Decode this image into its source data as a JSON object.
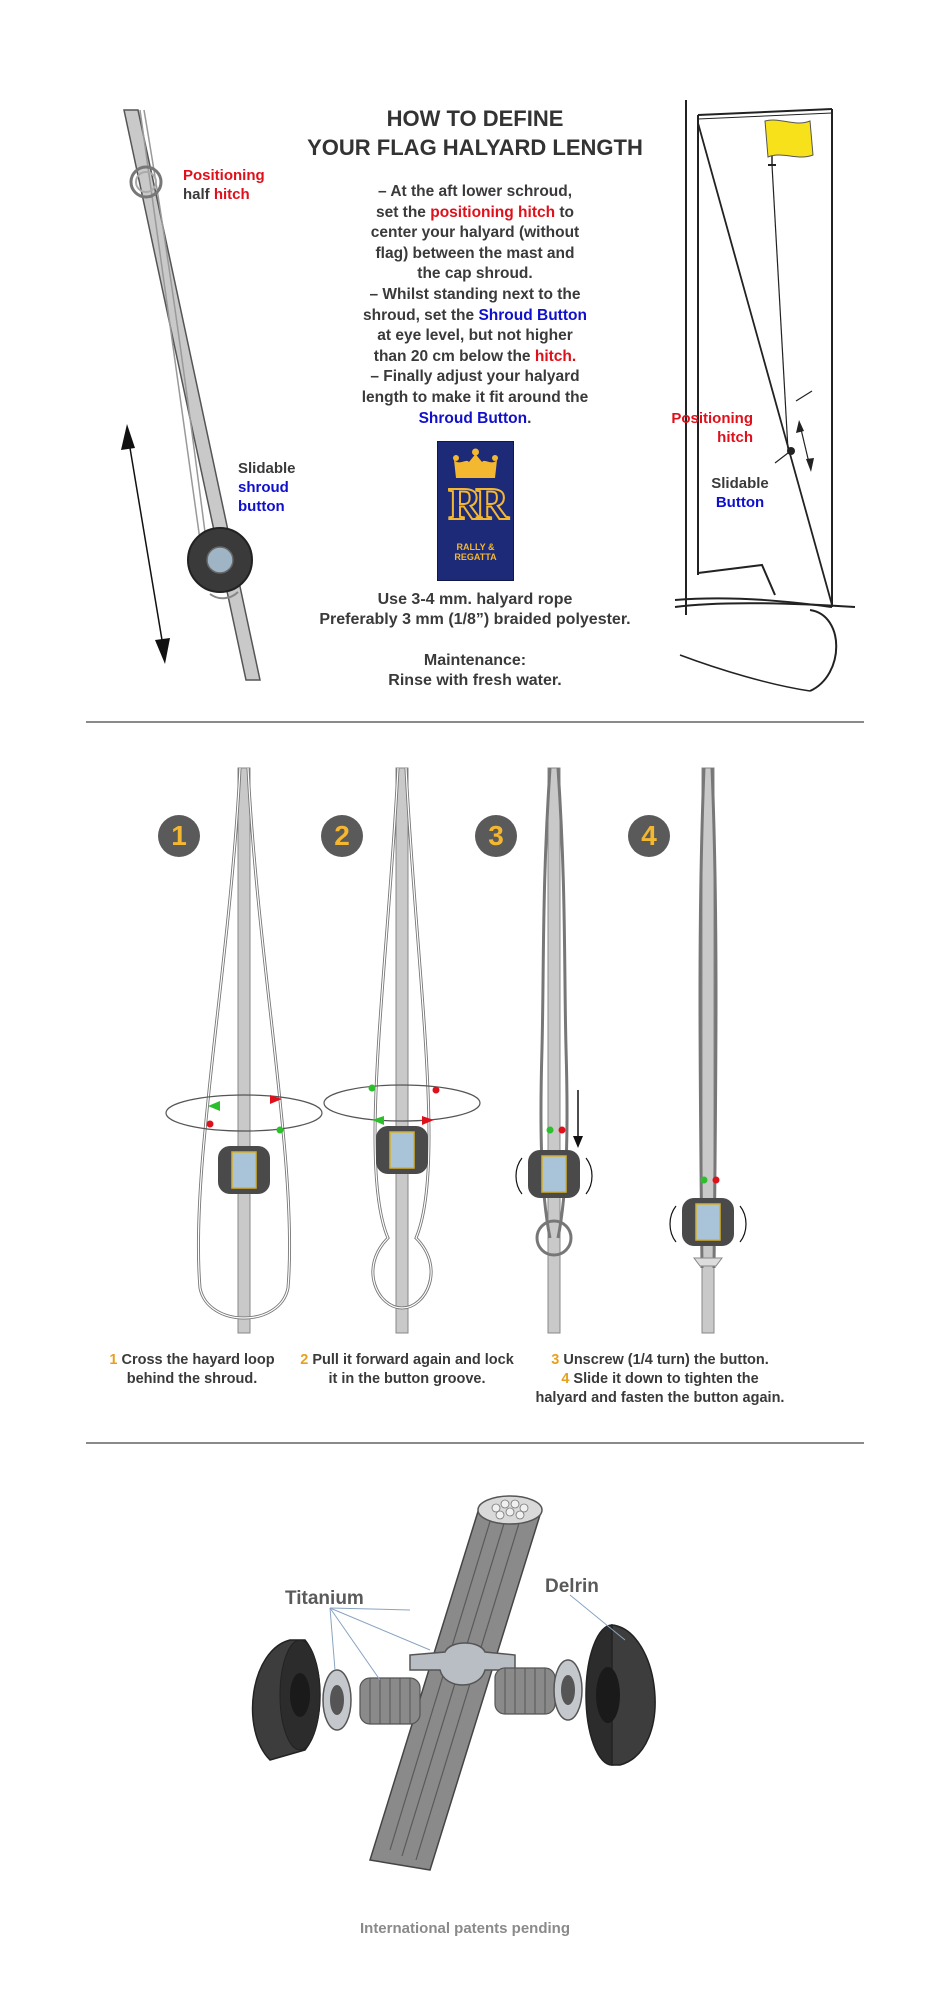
{
  "header": {
    "title_line1": "HOW TO DEFINE",
    "title_line2": "YOUR FLAG HALYARD LENGTH"
  },
  "instructions": {
    "p1_a": "– At the aft lower schroud,",
    "p1_b": "set the ",
    "p1_c": "positioning hitch",
    "p1_d": " to",
    "p1_e": "center your halyard (without",
    "p1_f": "flag) between the mast and",
    "p1_g": "the cap shroud.",
    "p2_a": "– Whilst standing next to the",
    "p2_b": "shroud, set the ",
    "p2_c": "Shroud Button",
    "p2_d": "at eye level, but not higher",
    "p2_e": "than 20 cm below the ",
    "p2_f": "hitch.",
    "p3_a": "– Finally adjust your halyard",
    "p3_b": "length to make it fit around the",
    "p3_c": "Shroud Button",
    "p3_d": "."
  },
  "left_diagram": {
    "positioning": "Positioning",
    "half": "half ",
    "hitch": "hitch",
    "slidable": "Slidable",
    "shroud": "shroud",
    "button": "button"
  },
  "right_diagram": {
    "positioning": "Positioning",
    "hitch": "hitch",
    "slidable": "Slidable",
    "button": "Button"
  },
  "logo": {
    "monogram": "RR",
    "line1": "RALLY &",
    "line2": "REGATTA"
  },
  "rope": {
    "line1": "Use 3-4 mm. halyard rope",
    "line2": "Preferably  3 mm (1/8”) braided polyester."
  },
  "maintenance": {
    "line1": "Maintenance:",
    "line2": "Rinse  with fresh water."
  },
  "steps": {
    "badges": [
      "1",
      "2",
      "3",
      "4"
    ],
    "s1_num": "1",
    "s1_a": " Cross the hayard loop",
    "s1_b": "behind the shroud.",
    "s2_num": "2",
    "s2_a": " Pull it forward again and lock",
    "s2_b": "it in the button groove.",
    "s3_num": "3",
    "s3_a": " Unscrew (1/4 turn) the button.",
    "s4_num": "4",
    "s4_a": " Slide it down to tighten the",
    "s4_b": "halyard and fasten the button again."
  },
  "materials": {
    "titanium": "Titanium",
    "delrin": "Delrin"
  },
  "footer": {
    "patent": "International patents pending"
  },
  "colors": {
    "accent_red": "#e0101b",
    "accent_blue": "#1010cc",
    "step_number": "#e8a020",
    "badge_bg": "#5a5a5a",
    "badge_text": "#f4b730",
    "flag": "#f7e11a",
    "logo_bg": "#1c2a78",
    "logo_gold": "#f4b730"
  }
}
